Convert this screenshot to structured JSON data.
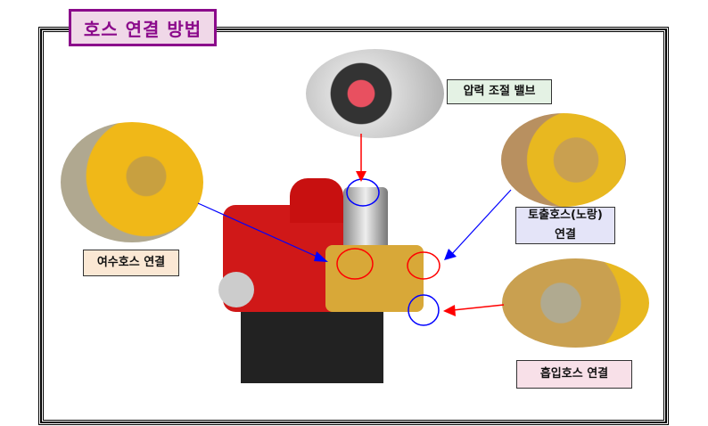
{
  "title": "호스 연결 방법",
  "labels": {
    "pressure_valve": "압력 조절 밸브",
    "discharge_hose_1": "토출호스(노랑)",
    "discharge_hose_2": "연결",
    "return_hose": "여수호스 연결",
    "suction_hose": "흡입호스 연결"
  },
  "colors": {
    "title": "#8b0a8b",
    "arrow_red": "#ff0000",
    "arrow_blue": "#0000ff"
  }
}
